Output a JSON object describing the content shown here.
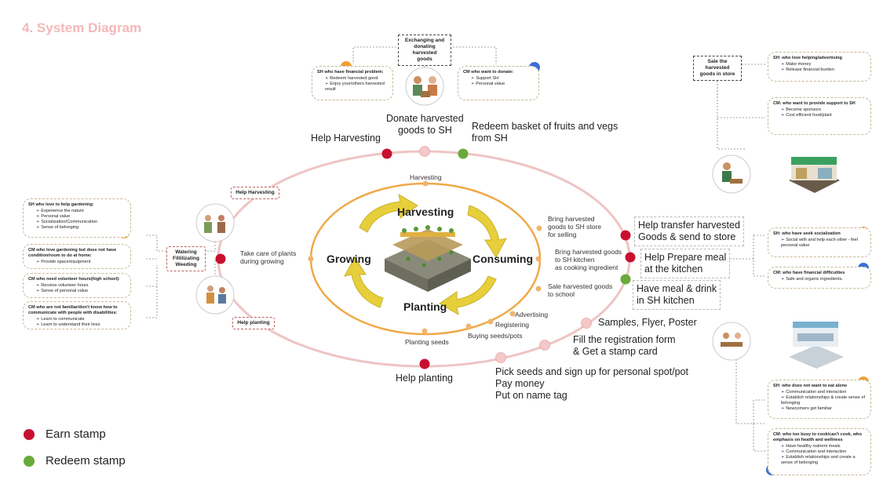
{
  "title": "4. System Diagram",
  "cycle": {
    "harvesting": "Harvesting",
    "consuming": "Consuming",
    "planting": "Planting",
    "growing": "Growing"
  },
  "ring_labels": {
    "harvesting": "Harvesting",
    "bring_store": "Bring harvested\ngoods to SH store\nfor selling",
    "bring_kitchen": "Bring harvested goods\nto SH kitchen\nas cooking ingredient",
    "sale_school": "Sale harvested goods\nto school",
    "advertising": "Advertising",
    "registering": "Registering",
    "buying": "Buying seeds/pots",
    "planting_seeds": "Planting seeds",
    "take_care": "Take care of plants\nduring growing"
  },
  "stamp_labels": {
    "help_harvesting": "Help Harvesting",
    "donate": "Donate harvested\ngoods to SH",
    "redeem_basket": "Redeem basket of fruits and vegs\nfrom SH",
    "help_transfer": "Help transfer harvested\nGoods & send to store",
    "help_prepare": "Help Prepare meal\nat the kitchen",
    "have_meal": "Have meal & drink\nin SH kitchen",
    "samples": "Samples, Flyer, Poster",
    "fill_form": "Fill the registration form\n& Get a stamp card",
    "pick_seeds": "Pick seeds and sign up for personal spot/pot\nPay money\nPut on name tag",
    "help_planting": "Help planting"
  },
  "tags": {
    "exchanging": "Exchanging and\ndonating harvested\ngoods",
    "sale_store": "Sale the harvested\ngoods in store",
    "help_harvesting": "Help Harvesting",
    "watering": "Watering\nFiltilizating\nWeeding",
    "help_planting": "Help planting"
  },
  "cards": {
    "top_left": {
      "header": "SH who have financial problem:",
      "items": [
        "Redeem harvested good",
        "Enjoy your/others harvested result"
      ]
    },
    "top_right": {
      "header": "CM who want to donate:",
      "items": [
        "Support SH",
        "Personal value"
      ]
    },
    "right1": {
      "header": "SH: who love helping/advertising",
      "items": [
        "Make money",
        "Release financial burden"
      ]
    },
    "right2": {
      "header": "CM: who want to provide support to SH",
      "items": [
        "Become sponsors",
        "Cost efficient food/plant"
      ]
    },
    "right3": {
      "header": "SH: who have seek socialization",
      "items": [
        "Social with and help each other - feel personal value"
      ]
    },
    "right4": {
      "header": "CM: who have financial difficulties",
      "items": [
        "Safe and organic ingredients."
      ]
    },
    "right5": {
      "header": "SH: who does not want to eat alone",
      "items": [
        "Communication and interaction",
        "Establish relationships & create sense of belonging",
        "Newcomers get familiar"
      ]
    },
    "right6": {
      "header": "CM: who too busy to cook/can't cook, who emphasis on health and wellness",
      "items": [
        "Have healthy nutrient meals",
        "Communication and interaction",
        "Establish relationships and create a sense of belonging"
      ]
    },
    "left1": {
      "header": "SH who love to help gardening:",
      "items": [
        "Experience the nature",
        "Personal value",
        "Socialization/Communication",
        "Sense of belonging"
      ]
    },
    "left2": {
      "header": "CM who love gardening but does not have condition/room to do at home:",
      "items": [
        "Provide space/equipment"
      ]
    },
    "left3": {
      "header": "CM who need volunteer hours(high school):",
      "items": [
        "Receive volunteer hours",
        "Sense of personal value"
      ]
    },
    "left4": {
      "header": "CM who are not familiar/don't know how to communicate with people with disabilities:",
      "items": [
        "Learn to communicate",
        "Learn to understand their lives"
      ]
    }
  },
  "legend": {
    "earn": "Earn stamp",
    "redeem": "Redeem stamp"
  },
  "colors": {
    "earn": "#c8102e",
    "redeem": "#6aaa3a",
    "pink_dot": "#f4c8c8",
    "orange_dot": "#f0b46e",
    "outer_ring": "#efc4c4",
    "inner_ring": "#f0a848",
    "arrow": "#e6cf3a",
    "sh_avatar": "#f0a030",
    "cm_avatar": "#3a6fd8"
  }
}
